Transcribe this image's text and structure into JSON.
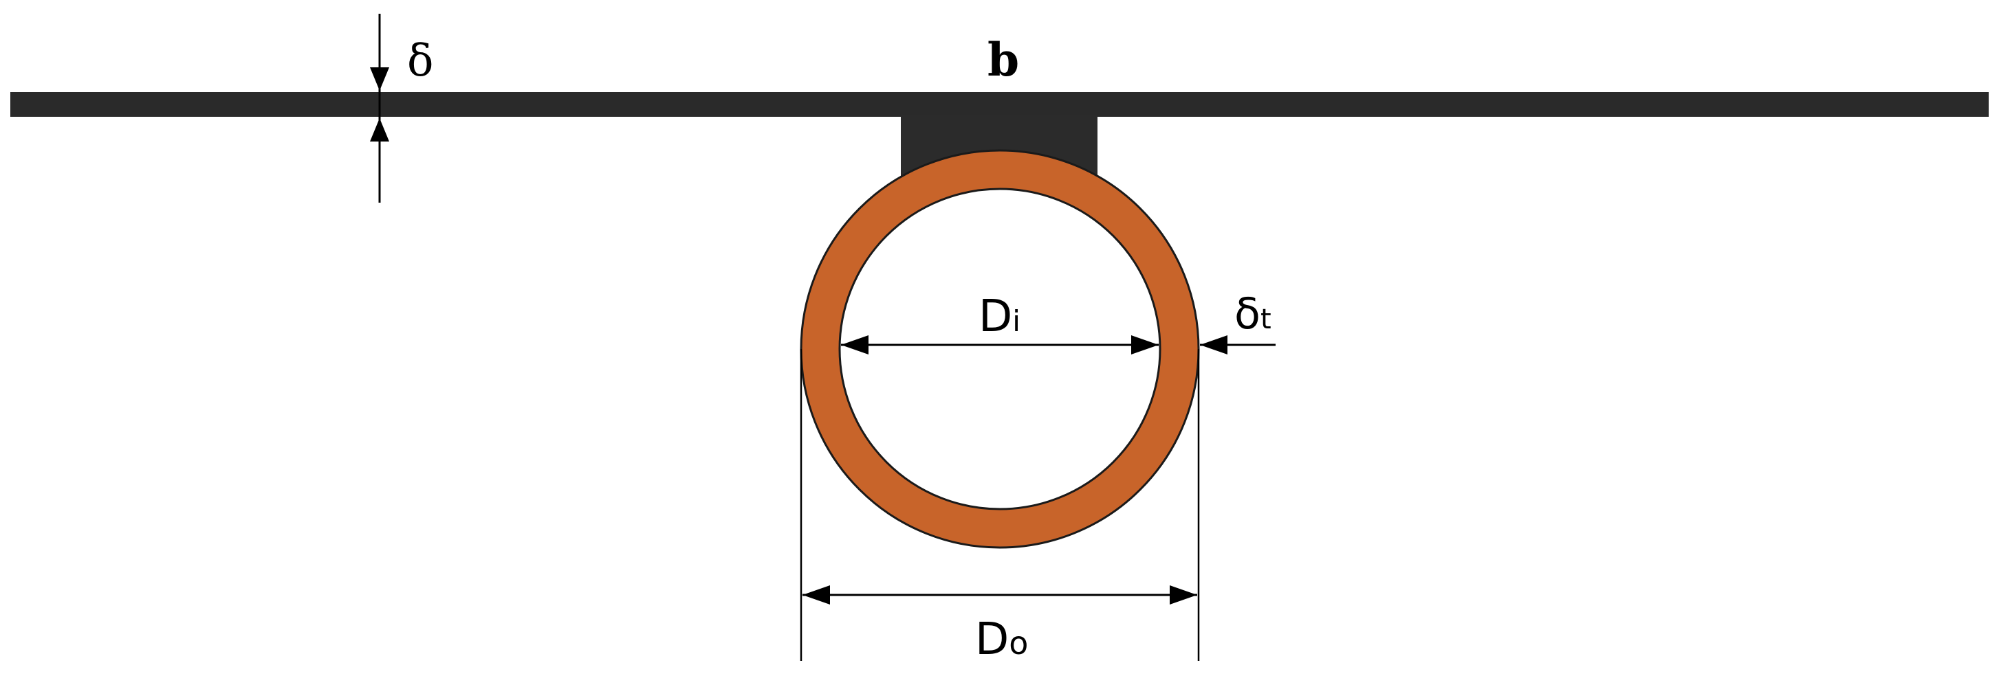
{
  "labels": {
    "plate_thickness": "δ",
    "plate_width": "b",
    "inner_diameter_main": "D",
    "inner_diameter_sub": "i",
    "outer_diameter_main": "D",
    "outer_diameter_sub": "o",
    "tube_thickness_main": "δ",
    "tube_thickness_sub": "t"
  },
  "colors": {
    "plate": "#2a2a2a",
    "bond": "#2b2b2b",
    "tube_fill": "#c8642a",
    "tube_edge": "#1a1a1a",
    "line": "#000000",
    "background": "#ffffff"
  }
}
